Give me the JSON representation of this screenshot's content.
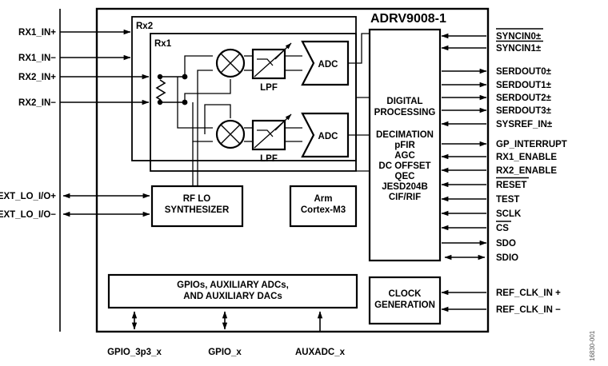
{
  "figure": {
    "title": "ADRV9008-1",
    "figure_id": "16830-001",
    "type": "functional-block-diagram"
  },
  "left_inputs": [
    {
      "label": "RX1_IN+",
      "direction": "in"
    },
    {
      "label": "RX1_IN−",
      "direction": "in"
    },
    {
      "label": "RX2_IN+",
      "direction": "in"
    },
    {
      "label": "RX2_IN−",
      "direction": "in"
    },
    {
      "label": "RF_EXT_LO_I/O+",
      "direction": "bidirectional"
    },
    {
      "label": "RF_EXT_LO_I/O−",
      "direction": "bidirectional"
    }
  ],
  "right_signals": [
    {
      "label": "SYNCIN0±",
      "direction": "in",
      "overline": true
    },
    {
      "label": "SYNCIN1±",
      "direction": "in",
      "overline": true
    },
    {
      "label": "SERDOUT0±",
      "direction": "out",
      "overline": false
    },
    {
      "label": "SERDOUT1±",
      "direction": "out",
      "overline": false
    },
    {
      "label": "SERDOUT2±",
      "direction": "out",
      "overline": false
    },
    {
      "label": "SERDOUT3±",
      "direction": "out",
      "overline": false
    },
    {
      "label": "SYSREF_IN±",
      "direction": "in",
      "overline": false
    },
    {
      "label": "GP_INTERRUPT",
      "direction": "out",
      "overline": false
    },
    {
      "label": "RX1_ENABLE",
      "direction": "in",
      "overline": false
    },
    {
      "label": "RX2_ENABLE",
      "direction": "in",
      "overline": false
    },
    {
      "label": "RESET",
      "direction": "in",
      "overline": true
    },
    {
      "label": "TEST",
      "direction": "in",
      "overline": false
    },
    {
      "label": "SCLK",
      "direction": "in",
      "overline": false
    },
    {
      "label": "CS",
      "direction": "in",
      "overline": true
    },
    {
      "label": "SDO",
      "direction": "out",
      "overline": false
    },
    {
      "label": "SDIO",
      "direction": "bidirectional",
      "overline": false
    }
  ],
  "clock_signals": [
    {
      "label": "REF_CLK_IN +",
      "direction": "in"
    },
    {
      "label": "REF_CLK_IN −",
      "direction": "in"
    }
  ],
  "bottom_signals": [
    {
      "label": "GPIO_3p3_x",
      "direction": "bidirectional"
    },
    {
      "label": "GPIO_x",
      "direction": "bidirectional"
    },
    {
      "label": "AUXADC_x",
      "direction": "in"
    }
  ],
  "receiver": {
    "channel_outer_label": "Rx2",
    "channel_inner_label": "Rx1",
    "filter_label_top": "LPF",
    "filter_label_bottom": "LPF",
    "adc_label_top": "ADC",
    "adc_label_bottom": "ADC"
  },
  "blocks": {
    "rf_lo_synth": {
      "line1": "RF LO",
      "line2": "SYNTHESIZER"
    },
    "arm": {
      "line1": "Arm",
      "line2": "Cortex-M3"
    },
    "gpio": {
      "line1": "GPIOs, AUXILIARY ADCs,",
      "line2": "AND AUXILIARY DACs"
    },
    "clock_gen": {
      "line1": "CLOCK",
      "line2": "GENERATION"
    },
    "digital_processing": {
      "heading_line1": "DIGITAL",
      "heading_line2": "PROCESSING",
      "features": [
        "DECIMATION",
        "pFIR",
        "AGC",
        "DC OFFSET",
        "QEC",
        "JESD204B",
        "CIF/RIF"
      ]
    }
  },
  "colors": {
    "line": "#000000",
    "background": "#ffffff",
    "figure_id": "#555555"
  }
}
